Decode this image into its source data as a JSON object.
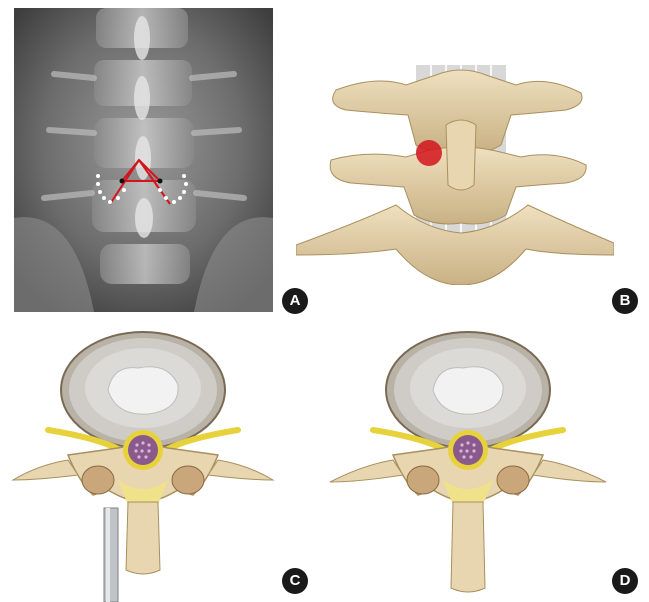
{
  "figure": {
    "panels": [
      {
        "id": "A",
        "label": "A",
        "content": "radiograph"
      },
      {
        "id": "B",
        "label": "B",
        "content": "posterior-spine-illustration"
      },
      {
        "id": "C",
        "label": "C",
        "content": "axial-vertebra-with-probe"
      },
      {
        "id": "D",
        "label": "D",
        "content": "axial-vertebra-after"
      }
    ],
    "colors": {
      "label_bg": "#1a1a1a",
      "marker_red": "#d4141c",
      "bone": "#e8d6b0",
      "bone_shadow": "#c9b184",
      "disc": "#c9c7c4",
      "nerve": "#e8d23c",
      "cord": "#8a5a8c",
      "xray_bg": "#6e6e6e"
    }
  }
}
